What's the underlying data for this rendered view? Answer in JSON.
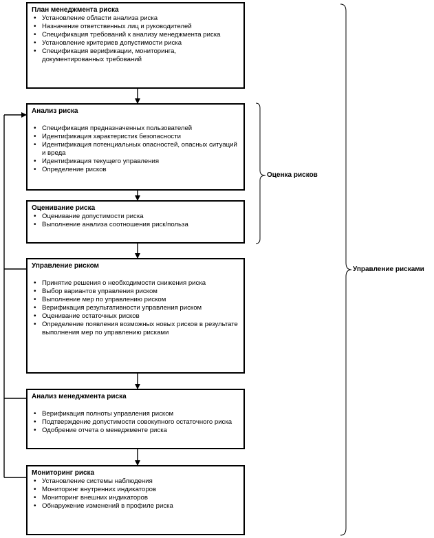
{
  "boxes": [
    {
      "title": "План менеджмента риска",
      "items": [
        "Установление области анализа риска",
        "Назначение ответственных лиц и руководителей",
        "Спецификация требований к анализу менеджмента риска",
        "Установление критериев допустимости риска",
        "Спецификация верификации, мониторинга, документированных требований"
      ]
    },
    {
      "title": "Анализ риска",
      "items": [
        "Спецификация предназначенных пользователей",
        "Идентификация характеристик безопасности",
        "Идентификация потенциальных опасностей, опасных ситуаций и вреда",
        "Идентификация текущего управления",
        "Определение рисков"
      ]
    },
    {
      "title": "Оценивание риска",
      "items": [
        "Оценивание допустимости риска",
        "Выполнение анализа соотношения риск/польза"
      ]
    },
    {
      "title": "Управление риском",
      "items": [
        "Принятие решения о необходимости снижения риска",
        "Выбор вариантов управления риском",
        "Выполнение мер по управлению риском",
        "Верификация результативности управления риском",
        "Оценивание остаточных рисков",
        "Определение появления возможных новых рисков в результате выполнения мер по управлению рисками"
      ]
    },
    {
      "title": "Анализ менеджмента риска",
      "items": [
        "Верификация полноты управления риском",
        "Подтверждение допустимости совокупного остаточного риска",
        "Одобрение отчета о менеджменте риска"
      ]
    },
    {
      "title": "Мониторинг риска",
      "items": [
        "Установление системы наблюдения",
        "Мониторинг внутренних индикаторов",
        "Мониторинг внешних индикаторов",
        "Обнаружение изменений в профиле риска"
      ]
    }
  ],
  "braces": {
    "risk_assessment": "Оценка рисков",
    "risk_management": "Управление рисками"
  }
}
